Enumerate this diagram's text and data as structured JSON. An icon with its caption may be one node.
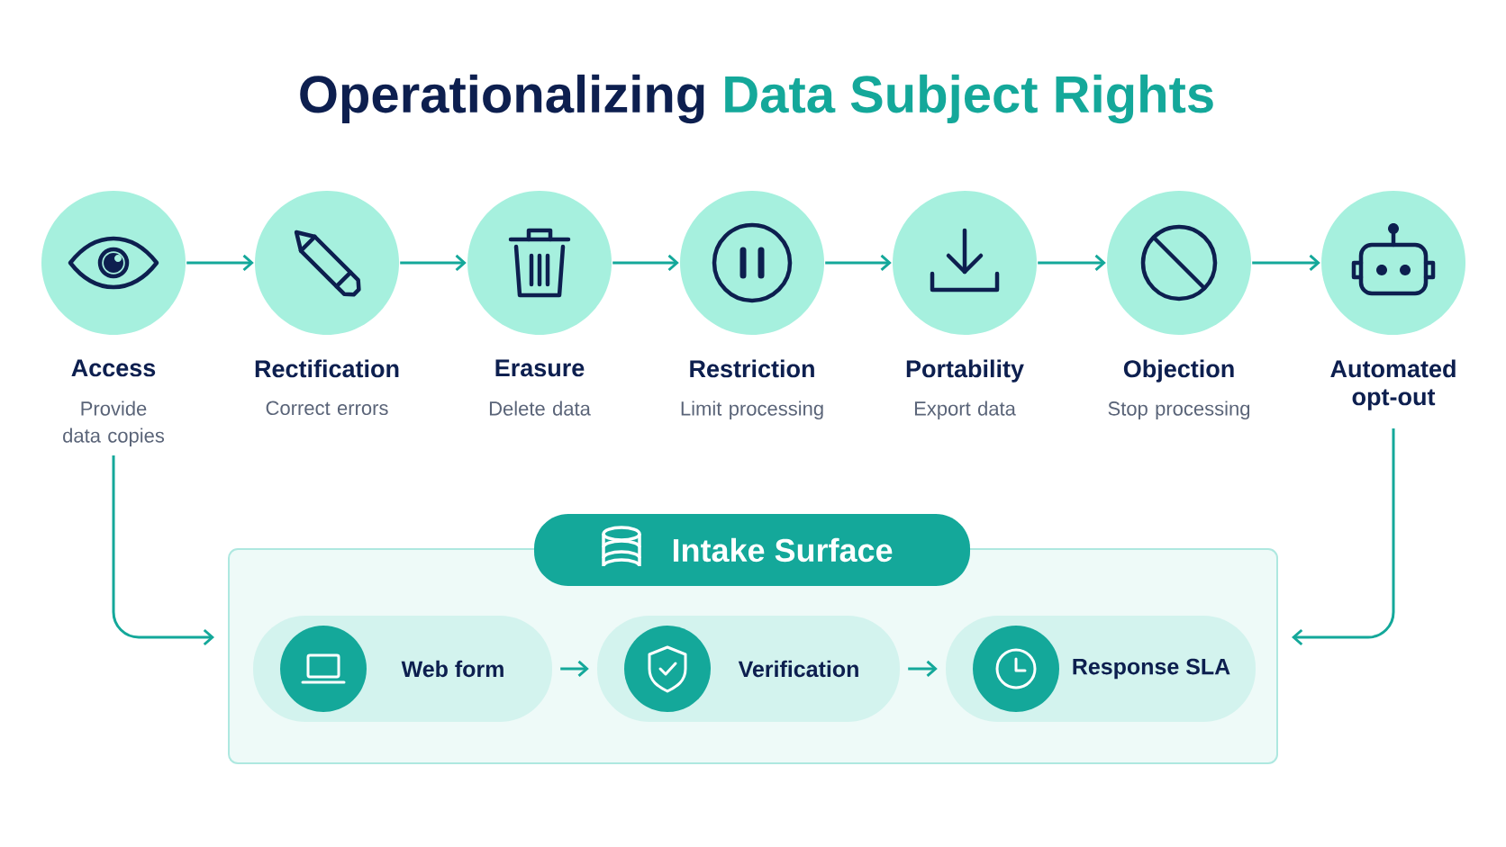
{
  "diagram": {
    "title": "Operationalizing **Data Subject Rights**",
    "nodes": [
      {
        "text": [
          "Access",
          "Provide data copies"
        ]
      },
      {
        "text": [
          "Rectification",
          "Correct errors"
        ]
      },
      {
        "text": [
          "Erasure",
          "Delete data"
        ]
      },
      {
        "text": [
          "Restriction",
          "Limit processing"
        ]
      },
      {
        "text": [
          "Portability",
          "Export data"
        ]
      },
      {
        "text": [
          "Objection",
          "Stop processing"
        ]
      },
      {
        "text": [
          "Automated opt-out"
        ]
      },
      {
        "text": [
          "Intake Surface"
        ]
      },
      {
        "text": [
          "Web form"
        ],
        "in": 7
      },
      {
        "text": [
          "Verification"
        ],
        "in": 7
      },
      {
        "text": [
          "Response SLA"
        ],
        "in": 7
      }
    ],
    "edges": [
      {
        "from": 0,
        "to": 1,
        "arrow": "to"
      },
      {
        "from": 1,
        "to": 2,
        "arrow": "to"
      },
      {
        "from": 2,
        "to": 3,
        "arrow": "to"
      },
      {
        "from": 3,
        "to": 4,
        "arrow": "to"
      },
      {
        "from": 4,
        "to": 5,
        "arrow": "to"
      },
      {
        "from": 5,
        "to": 6,
        "arrow": "to"
      },
      {
        "from": 0,
        "to": 7,
        "arrow": "to"
      },
      {
        "from": 6,
        "to": 7,
        "arrow": "to"
      },
      {
        "from": 8,
        "to": 9,
        "arrow": "to"
      },
      {
        "from": 9,
        "to": 10,
        "arrow": "to"
      }
    ]
  }
}
